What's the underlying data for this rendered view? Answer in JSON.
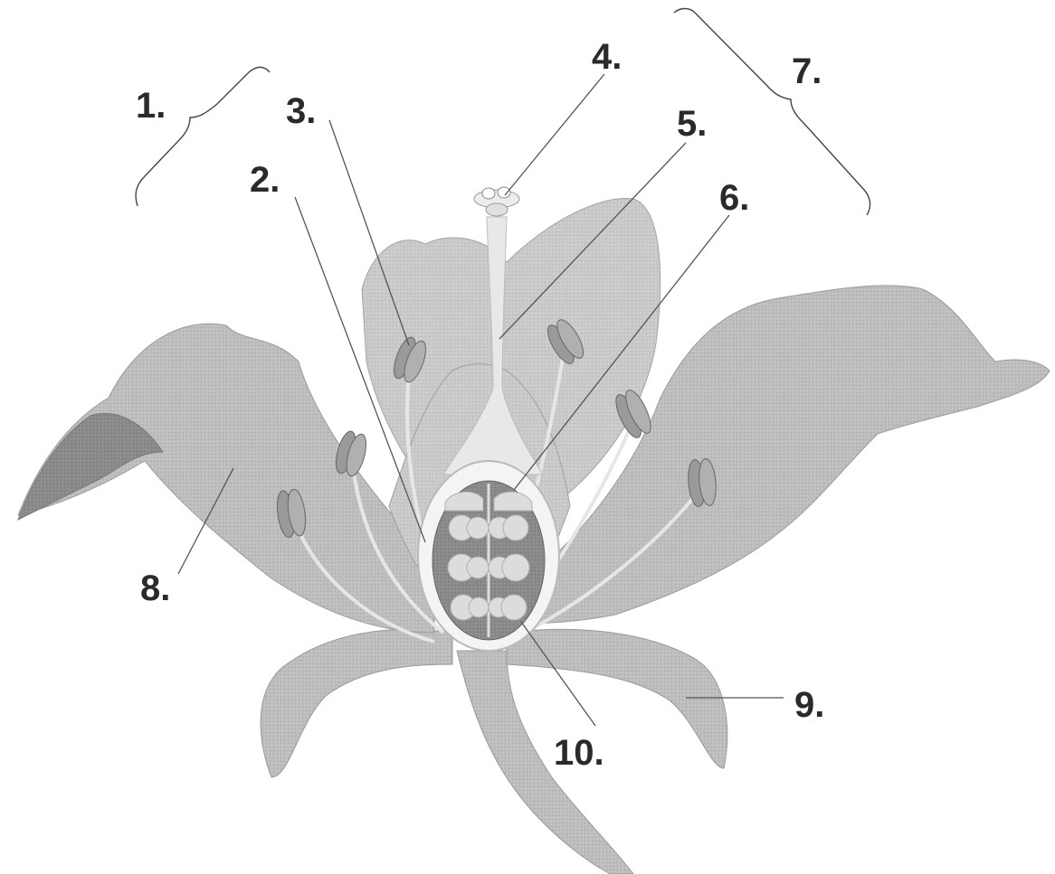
{
  "diagram": {
    "subject": "lily flower cross-section",
    "labels": [
      "1.",
      "2.",
      "3.",
      "4.",
      "5.",
      "6.",
      "7.",
      "8.",
      "9.",
      "10."
    ]
  },
  "colors": {
    "petal": "#b9b9b9",
    "petal_dark": "#8f8f8f",
    "stem": "#a8a8a8",
    "ovary_wall": "#f2f2f2",
    "ovary_inner": "#6f6f6f",
    "ovule": "#d9d9d9",
    "anther": "#9a9a9a",
    "filament": "#d6d6d6",
    "label_text": "#2a2a2a"
  }
}
